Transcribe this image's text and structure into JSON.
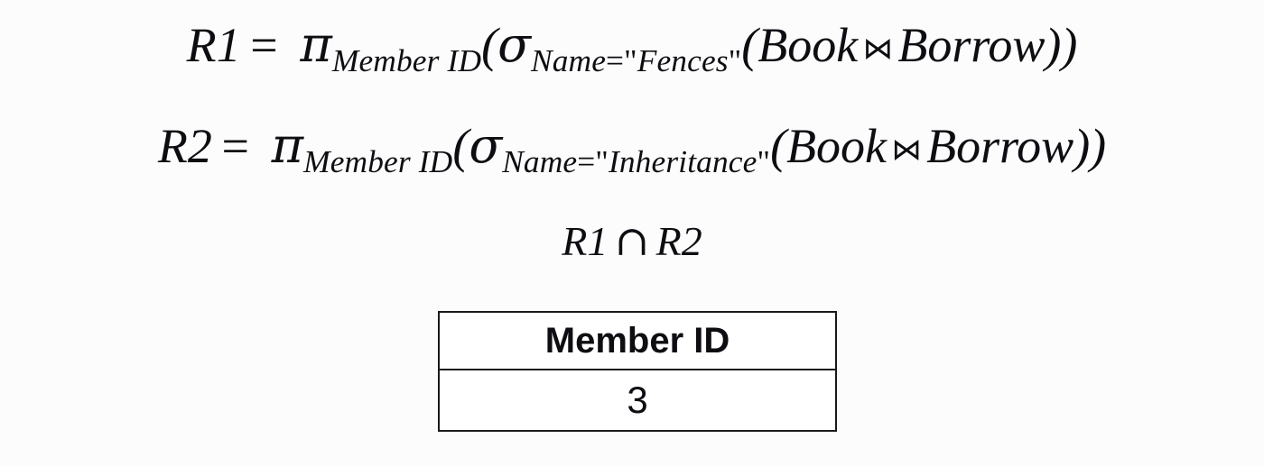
{
  "document": {
    "type": "relational-algebra-expression",
    "formulas": [
      {
        "id": "r1",
        "lhs": "R1",
        "equals": "=",
        "project_symbol": "π",
        "project_subscript": "Member ID",
        "select_symbol": "σ",
        "select_attribute": "Name",
        "select_operator": "=",
        "select_value": "Fences",
        "quote": "\"",
        "left_relation": "Book",
        "join_symbol": "⋈",
        "right_relation": "Borrow",
        "open_paren": "(",
        "close_paren": ")",
        "full_text": "R1 = π Member ID ( σ Name=\"Fences\" ( Book ⋈ Borrow ) )"
      },
      {
        "id": "r2",
        "lhs": "R2",
        "equals": "=",
        "project_symbol": "π",
        "project_subscript": "Member ID",
        "select_symbol": "σ",
        "select_attribute": "Name",
        "select_operator": "=",
        "select_value": "Inheritance",
        "quote": "\"",
        "left_relation": "Book",
        "join_symbol": "⋈",
        "right_relation": "Borrow",
        "open_paren": "(",
        "close_paren": ")",
        "full_text": "R2 = π Member ID ( σ Name=\"Inheritance\" ( Book ⋈ Borrow ) )"
      }
    ],
    "result_expression": {
      "id": "intersection",
      "left_operand": "R1",
      "operator": "∩",
      "right_operand": "R2",
      "full_text": "R1 ∩ R2"
    },
    "result_table": {
      "columns": [
        "Member ID"
      ],
      "rows": [
        [
          "3"
        ]
      ]
    }
  },
  "colors": {
    "background": "#fcfcfc",
    "text": "#0d0d12",
    "table_border": "#1a1a1a",
    "table_cell_background": "#ffffff"
  }
}
